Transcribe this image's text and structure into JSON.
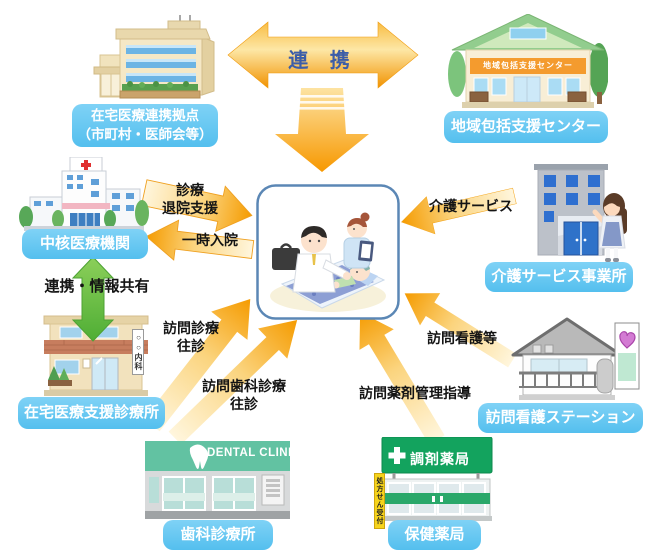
{
  "colors": {
    "label_box": "#54bfee",
    "arrow_orange": "#f59b00",
    "arrow_pale": "#fff3d6",
    "green_arrow": "#6fc348",
    "link_text": "#3c5da8"
  },
  "top_link": {
    "label": "連 携"
  },
  "side_link": {
    "label": "連携・情報共有"
  },
  "nodes": {
    "renkei_kyoten": {
      "label_line1": "在宅医療連携拠点",
      "label_line2": "（市町村・医師会等）"
    },
    "chiiki_center": {
      "label": "地域包括支援センター",
      "building_sign": "地域包括支援センター"
    },
    "chukaku_kikan": {
      "label": "中核医療機関"
    },
    "kaigo_office": {
      "label": "介護サービス事業所"
    },
    "zaitaku_clinic": {
      "label": "在宅医療支援診療所",
      "building_sign": "○○内科"
    },
    "kango_station": {
      "label": "訪問看護ステーション"
    },
    "dental_clinic": {
      "label": "歯科診療所",
      "building_sign": "DENTAL CLINIC"
    },
    "pharmacy": {
      "label": "保健薬局",
      "building_sign": "調剤薬局",
      "side_sign": "処方せん受付"
    }
  },
  "arrows": {
    "shinryou": {
      "line1": "診療",
      "line2": "退院支援"
    },
    "ichiji_nyuuin": {
      "label": "一時入院"
    },
    "kaigo_service": {
      "label": "介護サービス"
    },
    "houmon_shinryou": {
      "line1": "訪問診療",
      "line2": "往診"
    },
    "houmon_shika": {
      "line1": "訪問歯科診療",
      "line2": "往診"
    },
    "houmon_yakuzai": {
      "label": "訪問薬剤管理指導"
    },
    "houmon_kango": {
      "label": "訪問看護等"
    }
  }
}
